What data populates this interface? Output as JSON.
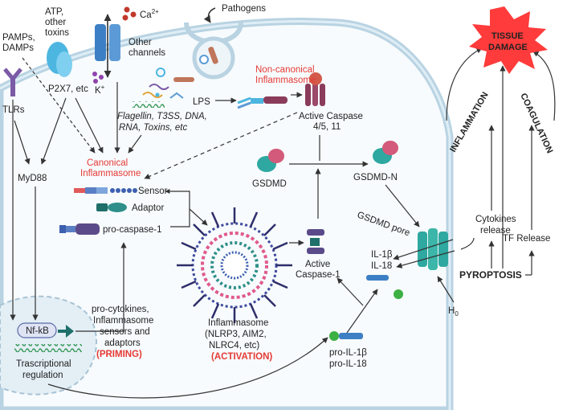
{
  "colors": {
    "membrane": "#cfe3ee",
    "membrane_edge": "#b9d3e2",
    "nucleus": "#e3eef5",
    "red_text": "#e53935",
    "tissue_damage_fill": "#ff3b3b",
    "gsdmd_pore": "#3bb6a8",
    "arrow": "#333333"
  },
  "labels": {
    "pamps_damps": [
      "PAMPs,",
      "DAMPs"
    ],
    "atp_toxins": [
      "ATP,",
      "other",
      "toxins"
    ],
    "ca2": "Ca",
    "ca2_sup": "2+",
    "other_channels": [
      "Other",
      "channels"
    ],
    "k_plus": "K",
    "k_plus_sup": "+",
    "pathogens": "Pathogens",
    "tlrs": "TLRs",
    "p2x7": "P2X7, etc",
    "lps": "LPS",
    "noncanonical": [
      "Non-canonical",
      "Inflammasome"
    ],
    "ligands": [
      "Flagellin, T3SS, DNA,",
      "RNA, Toxins,  etc"
    ],
    "active_caspase_4511": [
      "Active Caspase",
      "4/5, 11"
    ],
    "myd88": "MyD88",
    "canonical": [
      "Canonical",
      "Inflammasome"
    ],
    "sensor": "Sensor",
    "adaptor": "Adaptor",
    "pro_caspase1": "pro-caspase-1",
    "gsdmd": "GSDMD",
    "gsdmd_n": "GSDMD-N",
    "gsdmd_pore": "GSDMD pore",
    "active_caspase1": [
      "Active",
      "Caspase-1"
    ],
    "cytokines_release": [
      "Cytokines",
      "release"
    ],
    "il1b_il18": [
      "IL-1β",
      "IL-18"
    ],
    "tf_release": "TF Release",
    "pyroptosis": "PYROPTOSIS",
    "h2o": "H",
    "h2o_sub": "0",
    "nfkb": "Nf-kB",
    "transcriptional": [
      "Trascriptional",
      "regulation"
    ],
    "priming_text": [
      "pro-cytokines,",
      "Inflammasome",
      "sensors and",
      "adaptors"
    ],
    "priming": "(PRIMING)",
    "inflammasome_text": [
      "Inflammasome",
      "(NLRP3, AIM2,",
      "NLRC4, etc)"
    ],
    "activation": "(ACTIVATION)",
    "pro_il": [
      "pro-IL-1β",
      "pro-IL-18"
    ],
    "inflammation": "INFLAMMATION",
    "coagulation": "COAGULATION",
    "tissue_damage": [
      "TISSUE",
      "DAMAGE"
    ]
  }
}
